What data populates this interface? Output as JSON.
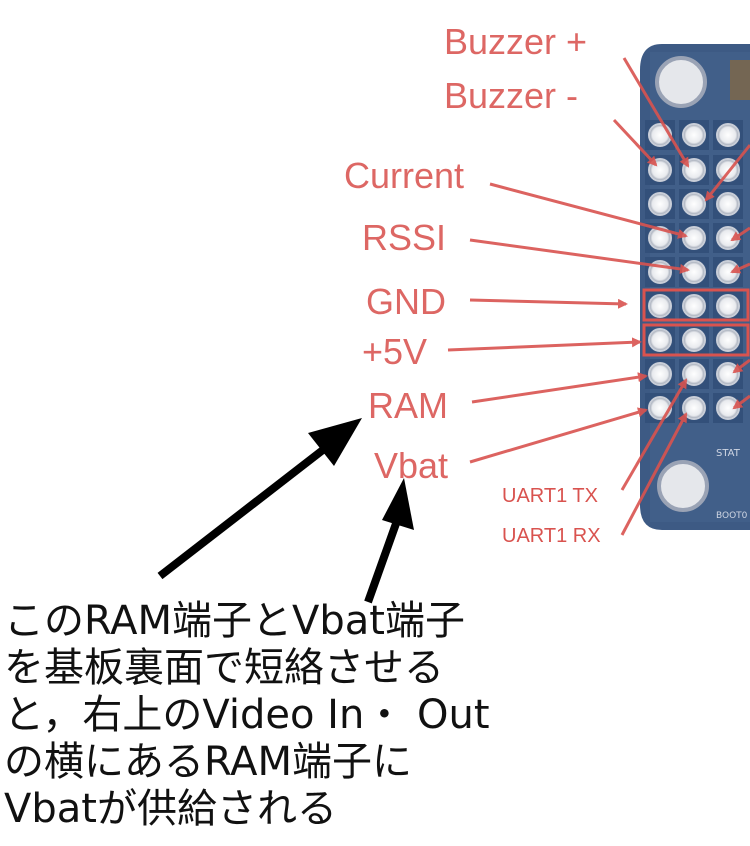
{
  "pin_labels": {
    "buzzer_plus": "Buzzer  +",
    "buzzer_minus": "Buzzer  -",
    "current": "Current",
    "rssi": "RSSI",
    "gnd": "GND",
    "plus5v": "+5V",
    "ram": "RAM",
    "vbat": "Vbat",
    "uart1_tx": "UART1 TX",
    "uart1_rx": "UART1 RX"
  },
  "note_lines": [
    "このRAM端子とVbat端子",
    "を基板裏面で短絡させる",
    "と，右上のVideo In・ Out",
    "の横にあるRAM端子に",
    "Vbatが供給される"
  ],
  "colors": {
    "label_red": "#d9534f",
    "board_blue": "#3d5a84",
    "arrow_black": "#000000"
  }
}
